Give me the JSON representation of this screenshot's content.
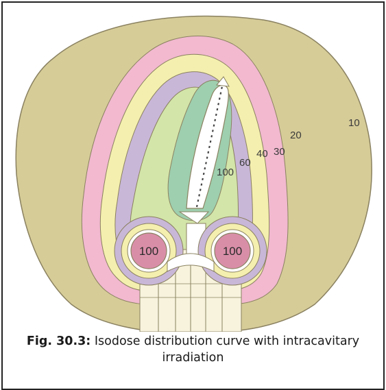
{
  "figure": {
    "caption_label": "Fig. 30.3:",
    "caption_text": "Isodose distribution curve with intracavitary irradiation",
    "isodose_labels": {
      "l10": "10",
      "l20": "20",
      "l30": "30",
      "l40": "40",
      "l60": "60",
      "l100": "100",
      "ovoid_left": "100",
      "ovoid_right": "100"
    },
    "colors": {
      "zone_10": "#d6cc98",
      "zone_20": "#f2b9cf",
      "zone_30": "#f4efae",
      "zone_40": "#c9b7d8",
      "zone_60": "#d3e5a9",
      "zone_100": "#9ecfae",
      "ovoid": "#d98ea8",
      "outline": "#8a8160"
    }
  }
}
